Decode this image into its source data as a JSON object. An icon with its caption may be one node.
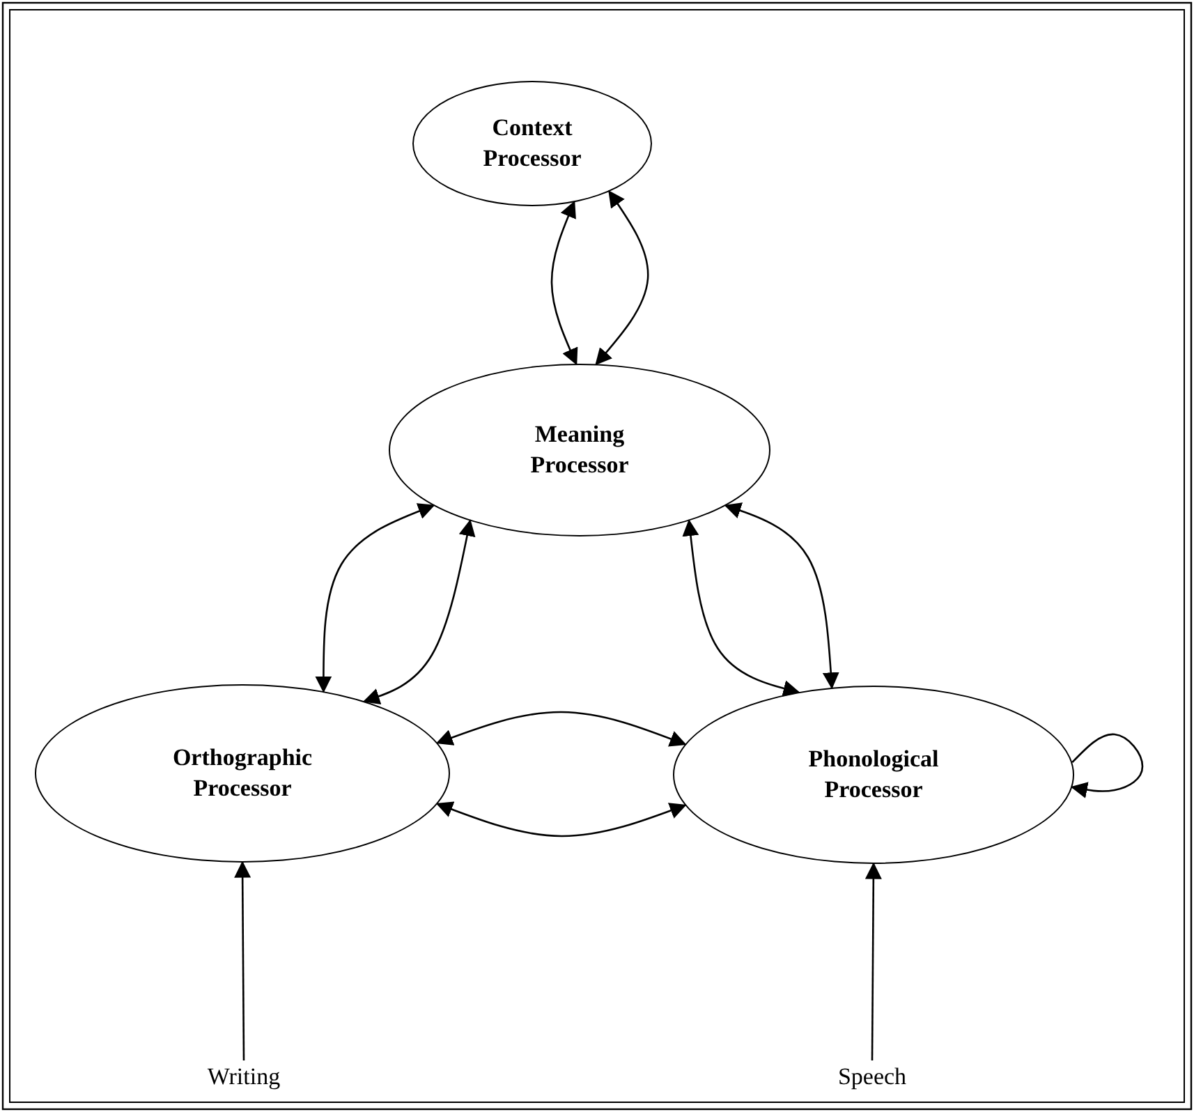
{
  "diagram": {
    "nodes": [
      {
        "text": [
          "Context Processor"
        ]
      },
      {
        "text": [
          "Meaning Processor"
        ]
      },
      {
        "text": [
          "Orthographic Processor"
        ]
      },
      {
        "text": [
          "Phonological Processor"
        ]
      },
      {
        "text": [
          "Writing"
        ]
      },
      {
        "text": [
          "Speech"
        ]
      }
    ],
    "edges": [
      {
        "from": 0,
        "to": 1,
        "arrow": "both"
      },
      {
        "from": 0,
        "to": 1,
        "arrow": "both"
      },
      {
        "from": 1,
        "to": 2,
        "arrow": "both"
      },
      {
        "from": 1,
        "to": 2,
        "arrow": "both"
      },
      {
        "from": 1,
        "to": 3,
        "arrow": "both"
      },
      {
        "from": 1,
        "to": 3,
        "arrow": "both"
      },
      {
        "from": 2,
        "to": 3,
        "arrow": "both"
      },
      {
        "from": 2,
        "to": 3,
        "arrow": "both"
      },
      {
        "from": 3,
        "to": 3,
        "arrow": "to"
      },
      {
        "from": 4,
        "to": 2,
        "arrow": "to"
      },
      {
        "from": 5,
        "to": 3,
        "arrow": "to"
      }
    ]
  }
}
